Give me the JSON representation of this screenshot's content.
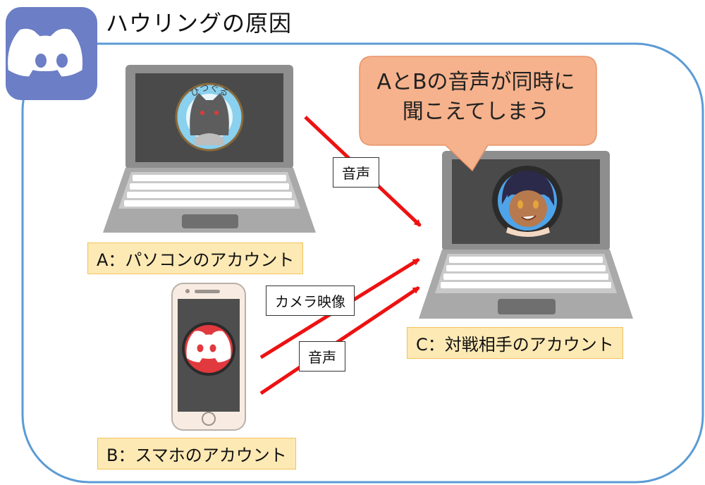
{
  "title": "ハウリングの原因",
  "speech_bubble": {
    "line1": "AとBの音声が同時に",
    "line2": "聞こえてしまう"
  },
  "devices": {
    "a_label": "A：パソコンのアカウント",
    "b_label": "B：スマホのアカウント",
    "c_label": "C：対戦相手のアカウント"
  },
  "arrows": {
    "audio_a": "音声",
    "camera_b": "カメラ映像",
    "audio_b": "音声"
  },
  "avatar_a_text": "ひつぐる",
  "colors": {
    "frame": "#5b9bd5",
    "discord_blue": "#6b7ec6",
    "discord_red": "#e0393e",
    "arrow": "#ee1111",
    "bubble_fill": "#f6b28c",
    "label_fill": "#fde9b4"
  }
}
